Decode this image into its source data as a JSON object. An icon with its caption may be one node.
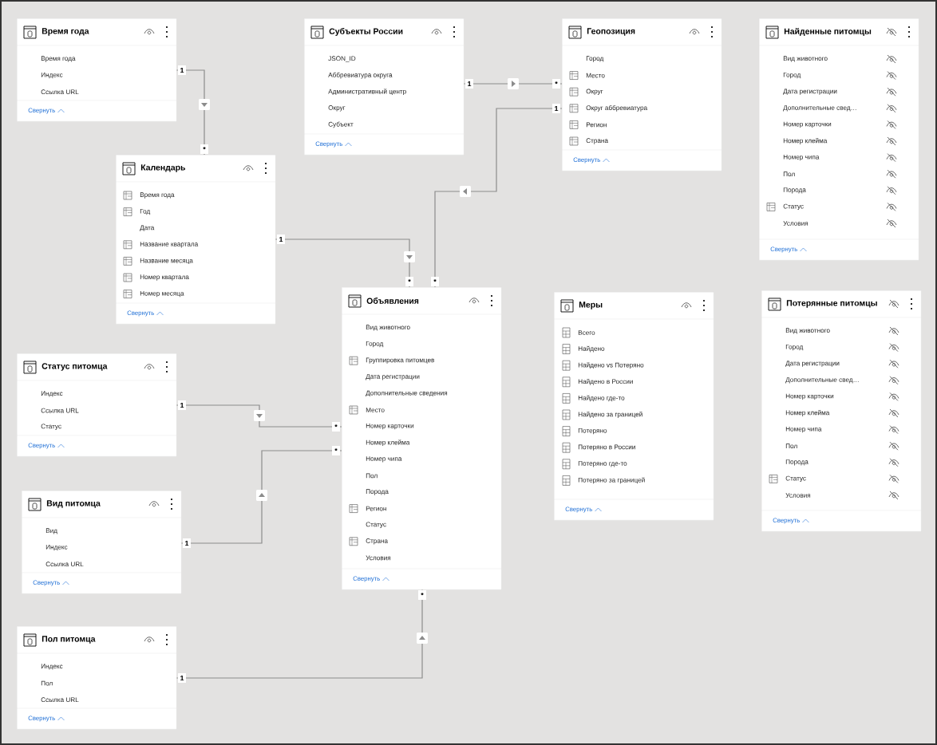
{
  "diagram": {
    "nodes": [
      {
        "text": [
          "Время года",
          "Время года",
          "Индекс",
          "Ссылка URL",
          "Свернуть"
        ]
      },
      {
        "text": [
          "Субъекты России",
          "JSON_ID",
          "Аббревиатура округа",
          "Административный центр",
          "Округ",
          "Субъект",
          "Свернуть"
        ]
      },
      {
        "text": [
          "Геопозиция",
          "Город",
          "Место",
          "Округ",
          "Округ аббревиатура",
          "Регион",
          "Страна",
          "Свернуть"
        ]
      },
      {
        "text": [
          "Найденные питомцы",
          "Вид животного",
          "Город",
          "Дата регистрации",
          "Дополнительные свед…",
          "Номер карточки",
          "Номер клейма",
          "Номер чипа",
          "Пол",
          "Порода",
          "Статус",
          "Условия",
          "Свернуть"
        ]
      },
      {
        "text": [
          "Календарь",
          "Время года",
          "Год",
          "Дата",
          "Название квартала",
          "Название месяца",
          "Номер квартала",
          "Номер месяца",
          "Свернуть"
        ]
      },
      {
        "text": [
          "Объявления",
          "Вид животного",
          "Город",
          "Группировка питомцев",
          "Дата регистрации",
          "Дополнительные сведения",
          "Место",
          "Номер карточки",
          "Номер клейма",
          "Номер чипа",
          "Пол",
          "Порода",
          "Регион",
          "Статус",
          "Страна",
          "Условия",
          "Свернуть"
        ]
      },
      {
        "text": [
          "Меры",
          "Всего",
          "Найдено",
          "Найдено vs Потеряно",
          "Найдено в России",
          "Найдено где-то",
          "Найдено за границей",
          "Потеряно",
          "Потеряно в России",
          "Потеряно где-то",
          "Потеряно за границей",
          "Свернуть"
        ]
      },
      {
        "text": [
          "Потерянные питомцы",
          "Вид животного",
          "Город",
          "Дата регистрации",
          "Дополнительные свед…",
          "Номер карточки",
          "Номер клейма",
          "Номер чипа",
          "Пол",
          "Порода",
          "Статус",
          "Условия",
          "Свернуть"
        ]
      },
      {
        "text": [
          "Статус питомца",
          "Индекс",
          "Ссылка URL",
          "Статус",
          "Свернуть"
        ]
      },
      {
        "text": [
          "Вид питомца",
          "Вид",
          "Индекс",
          "Ссылка URL",
          "Свернуть"
        ]
      },
      {
        "text": [
          "Пол питомца",
          "Индекс",
          "Пол",
          "Ссылка URL",
          "Свернуть"
        ]
      }
    ],
    "edges": [
      {
        "from": 0,
        "to": 4,
        "arrow": "to"
      },
      {
        "from": 1,
        "to": 2,
        "arrow": "to"
      },
      {
        "from": 2,
        "to": 5,
        "arrow": "to"
      },
      {
        "from": 4,
        "to": 5,
        "arrow": "to"
      },
      {
        "from": 8,
        "to": 5,
        "arrow": "to"
      },
      {
        "from": 9,
        "to": 5,
        "arrow": "to"
      },
      {
        "from": 10,
        "to": 5,
        "arrow": "to"
      }
    ],
    "labels": [
      "1",
      "*",
      "1",
      "*",
      "1",
      "*",
      "1",
      "*",
      "1",
      "*",
      "1",
      "*",
      "1",
      "*"
    ]
  }
}
